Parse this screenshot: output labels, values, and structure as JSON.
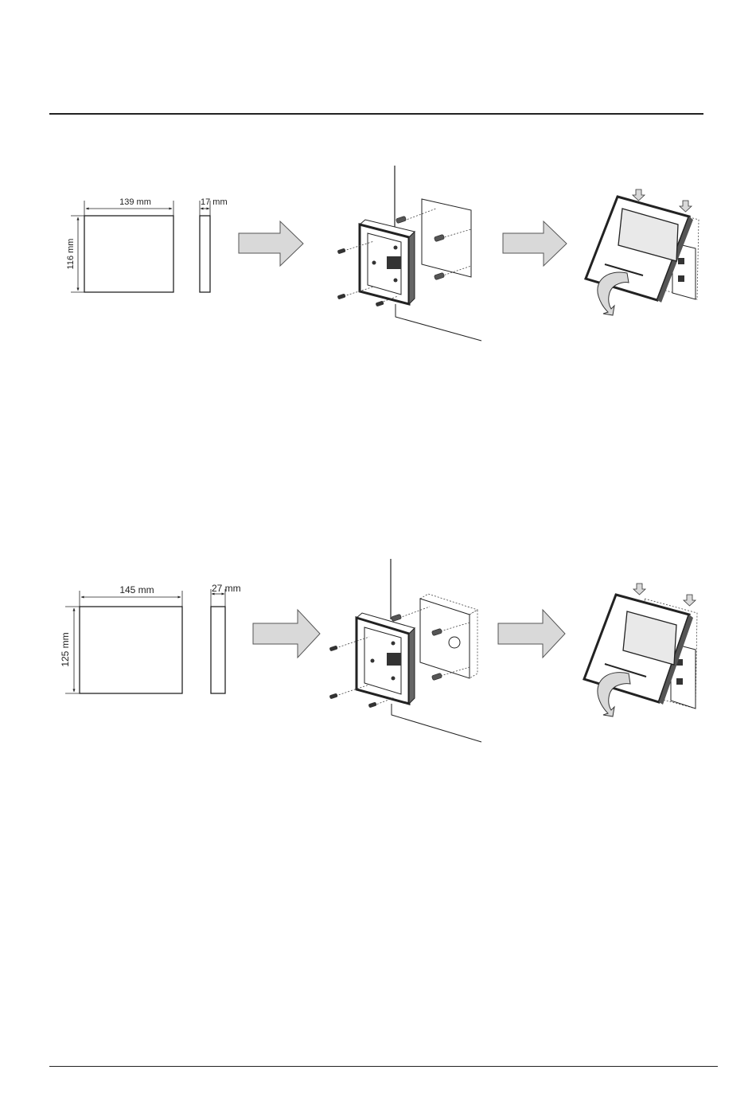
{
  "diagrams": [
    {
      "width_label": "139 mm",
      "depth_label": "17 mm",
      "height_label": "116 mm",
      "wall_box": "square"
    },
    {
      "width_label": "145 mm",
      "depth_label": "27 mm",
      "height_label": "125 mm",
      "wall_box": "round-cutout"
    }
  ],
  "colors": {
    "line": "#222222",
    "arrow_fill": "#d9d9d9",
    "arrow_stroke": "#555555",
    "screen_fill": "#e9e9e9",
    "frame_fill": "#4a4a4a"
  },
  "icons": [
    "arrow-right-icon",
    "arrow-down-icon",
    "rotate-arrow-icon",
    "screw-icon"
  ]
}
